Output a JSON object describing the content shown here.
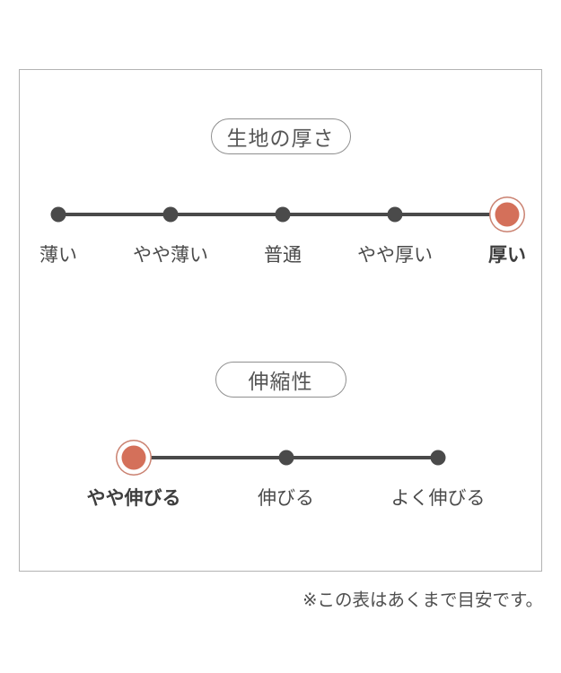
{
  "panel": {
    "border_color": "#b3b3b3"
  },
  "colors": {
    "accent_fill": "#d4705a",
    "accent_ring": "#ca8170",
    "ink": "#4a4a4a",
    "title_text": "#565656",
    "panel_border": "#b3b3b3",
    "pill_border": "#8f8f8f"
  },
  "footnote": "※この表はあくまで目安です。",
  "chart_data": [
    {
      "type": "line",
      "title": "生地の厚さ",
      "categories": [
        "薄い",
        "やや薄い",
        "普通",
        "やや厚い",
        "厚い"
      ],
      "scale_points": 5,
      "selected": "厚い",
      "selected_index": 4,
      "value": "5 / 5",
      "marker_color": "#d4705a",
      "legend": "none",
      "grid": false
    },
    {
      "type": "line",
      "title": "伸縮性",
      "categories": [
        "やや伸びる",
        "伸びる",
        "よく伸びる"
      ],
      "scale_points": 3,
      "selected": "やや伸びる",
      "selected_index": 0,
      "value": "1 / 3",
      "marker_color": "#d4705a",
      "legend": "none",
      "grid": false
    }
  ]
}
